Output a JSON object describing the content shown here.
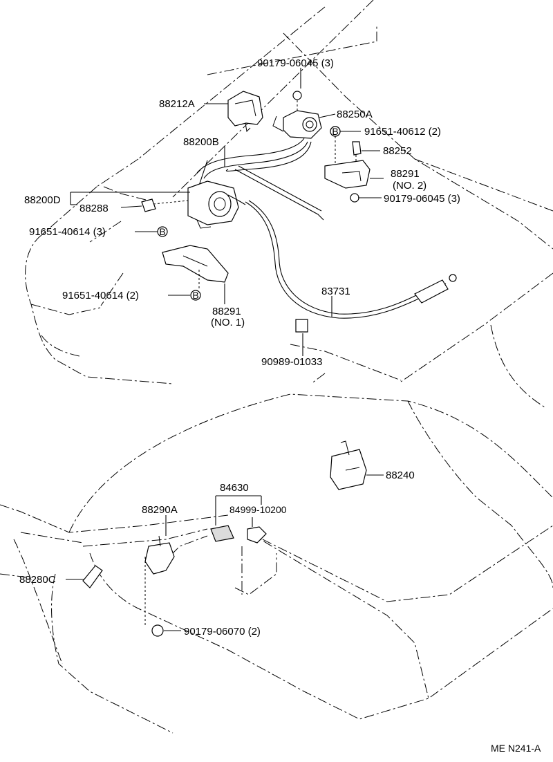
{
  "labels": {
    "p_90179_06045_top": "90179-06045 (3)",
    "p_88212A": "88212A",
    "p_88250A": "88250A",
    "p_91651_40612": "91651-40612 (2)",
    "p_88200B": "88200B",
    "p_88252": "88252",
    "p_88291_no2_a": "88291",
    "p_88291_no2_b": "(NO. 2)",
    "p_88200D": "88200D",
    "p_88288": "88288",
    "p_90179_06045_mid": "90179-06045 (3)",
    "p_91651_40614_3": "91651-40614 (3)",
    "p_91651_40614_2": "91651-40614 (2)",
    "p_83731": "83731",
    "p_88291_no1_a": "88291",
    "p_88291_no1_b": "(NO. 1)",
    "p_90989_01033": "90989-01033",
    "p_88240": "88240",
    "p_84630": "84630",
    "p_88290A": "88290A",
    "p_84999_10200": "84999-10200",
    "p_88280C": "88280C",
    "p_90179_06070": "90179-06070 (2)",
    "footer_code": "ME N241-A"
  },
  "markers": {
    "bolt_symbol": "B"
  }
}
